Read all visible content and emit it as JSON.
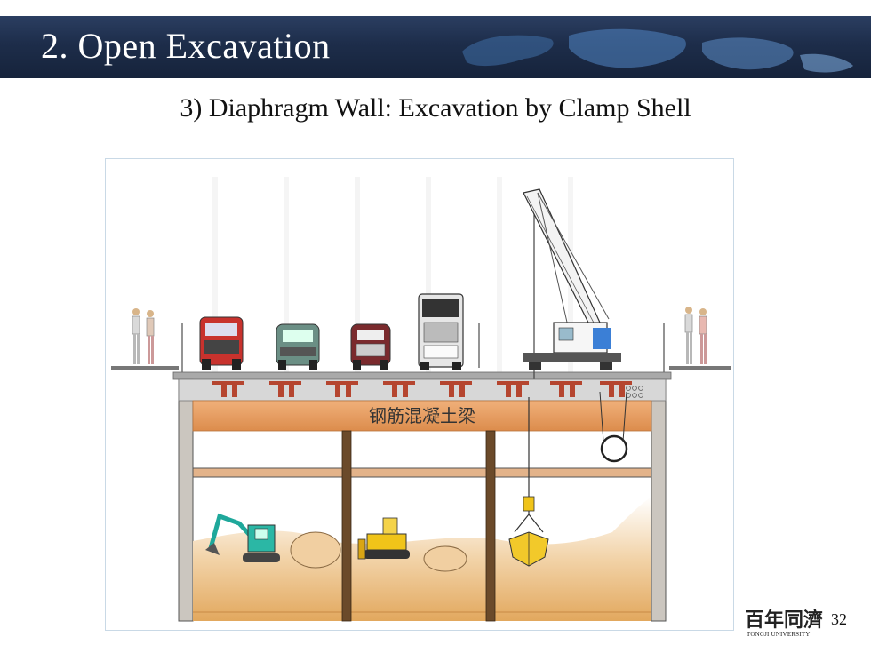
{
  "slide": {
    "title": "2. Open Excavation",
    "subtitle": "3) Diaphragm Wall:   Excavation by Clamp Shell",
    "page_number": "32"
  },
  "diagram": {
    "beam_label": "钢筋混凝土梁"
  },
  "logo": {
    "chinese": "百年同濟",
    "english": "TONGJI UNIVERSITY"
  },
  "colors": {
    "title_bar": "#1d2d4a",
    "beam": "#e49a5e",
    "soil": "#e6b77a",
    "wall": "#c8c3bc"
  }
}
